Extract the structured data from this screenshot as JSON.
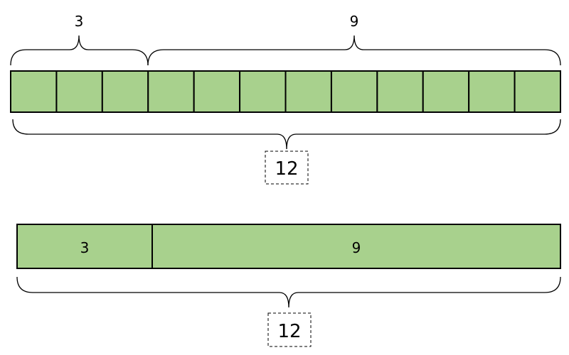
{
  "colors": {
    "fill": "#a8d18d",
    "stroke": "#000000",
    "background": "#ffffff"
  },
  "unit_model": {
    "part_a": "3",
    "part_b": "9",
    "total": "12",
    "units_part_a": 3,
    "units_total": 12
  },
  "bar_model": {
    "part_a": "3",
    "part_b": "9",
    "total": "12"
  }
}
